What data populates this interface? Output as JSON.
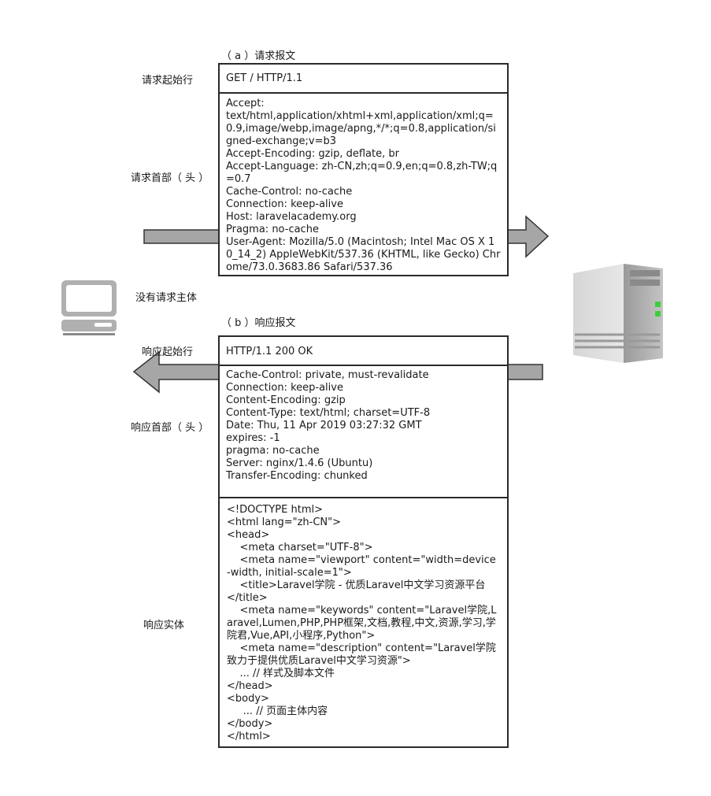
{
  "request": {
    "caption": "（ a ）请求报文",
    "start_line_label": "请求起始行",
    "headers_label": "请求首部（ 头 ）",
    "no_body_label": "没有请求主体",
    "start_line": "GET / HTTP/1.1",
    "headers": "Accept:\ntext/html,application/xhtml+xml,application/xml;q=0.9,image/webp,image/apng,*/*;q=0.8,application/signed-exchange;v=b3\nAccept-Encoding: gzip, deflate, br\nAccept-Language: zh-CN,zh;q=0.9,en;q=0.8,zh-TW;q=0.7\nCache-Control: no-cache\nConnection: keep-alive\nHost: laravelacademy.org\nPragma: no-cache\nUser-Agent: Mozilla/5.0 (Macintosh; Intel Mac OS X 10_14_2) AppleWebKit/537.36 (KHTML, like Gecko) Chrome/73.0.3683.86 Safari/537.36"
  },
  "response": {
    "caption": "（ b ）响应报文",
    "start_line_label": "响应起始行",
    "headers_label": "响应首部（ 头 ）",
    "body_label": "响应实体",
    "start_line": "HTTP/1.1 200 OK",
    "headers": "Cache-Control: private, must-revalidate\nConnection: keep-alive\nContent-Encoding: gzip\nContent-Type: text/html; charset=UTF-8\nDate: Thu, 11 Apr 2019 03:27:32 GMT\nexpires: -1\npragma: no-cache\nServer: nginx/1.4.6 (Ubuntu)\nTransfer-Encoding: chunked",
    "body": "<!DOCTYPE html>\n<html lang=\"zh-CN\">\n<head>\n    <meta charset=\"UTF-8\">\n    <meta name=\"viewport\" content=\"width=device-width, initial-scale=1\">\n    <title>Laravel学院 - 优质Laravel中文学习资源平台\n</title>\n    <meta name=\"keywords\" content=\"Laravel学院,Laravel,Lumen,PHP,PHP框架,文档,教程,中文,资源,学习,学院君,Vue,API,小程序,Python\">\n    <meta name=\"description\" content=\"Laravel学院致力于提供优质Laravel中文学习资源\">\n    ... // 样式及脚本文件\n</head>\n<body>\n     ... // 页面主体内容\n</body>\n</html>"
  },
  "icons": {
    "client": "computer-icon",
    "server": "server-icon"
  },
  "colors": {
    "arrow_fill": "#a6a6a6",
    "arrow_stroke": "#333333",
    "border": "#2a2a2a"
  }
}
